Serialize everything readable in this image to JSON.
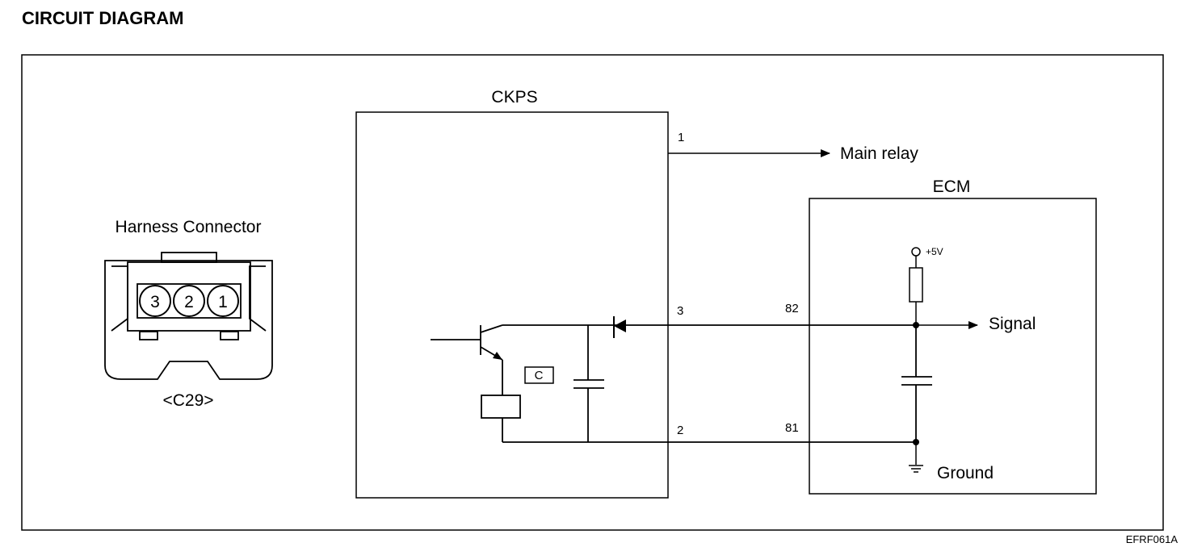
{
  "page_title": "CIRCUIT DIAGRAM",
  "harness": {
    "title": "Harness Connector",
    "connector_id": "<C29>",
    "pins": [
      "3",
      "2",
      "1"
    ]
  },
  "ckps": {
    "title": "CKPS",
    "pin_1": "1",
    "pin_3": "3",
    "pin_2": "2",
    "component_c": "C"
  },
  "ecm": {
    "title": "ECM",
    "pin_82": "82",
    "pin_81": "81",
    "supply": "+5V",
    "signal": "Signal",
    "ground": "Ground"
  },
  "main_relay": "Main relay",
  "figure_code": "EFRF061A"
}
